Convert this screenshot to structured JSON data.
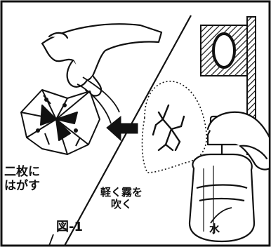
{
  "labels": {
    "peel_apart": "二枚に\nはがす",
    "light_mist": "軽く霧を\n吹く",
    "water": "水",
    "figure": "図-1"
  },
  "colors": {
    "ink": "#111111",
    "paper": "#ffffff"
  }
}
